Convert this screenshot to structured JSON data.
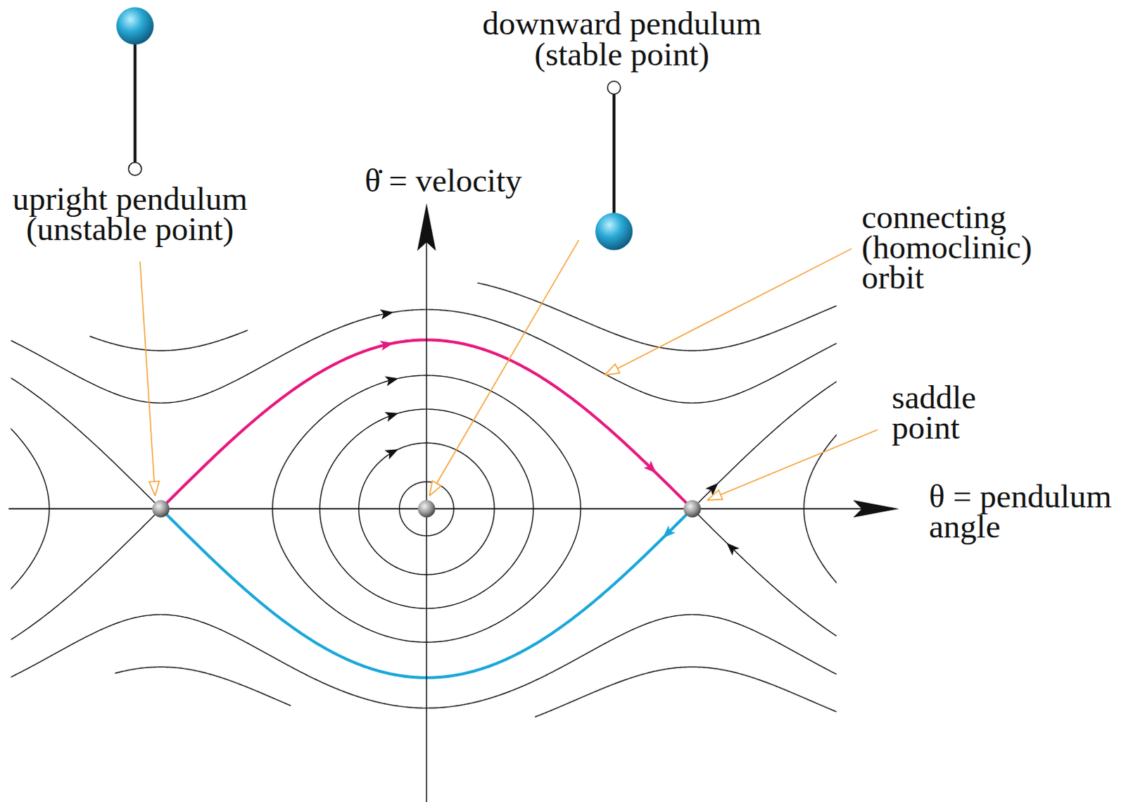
{
  "diagram": {
    "labels": [
      "downward pendulum (stable point)",
      "θ̇ = velocity",
      "upright pendulum (unstable point)",
      "connecting (homoclinic) orbit",
      "saddle point",
      "θ = pendulum angle"
    ]
  }
}
